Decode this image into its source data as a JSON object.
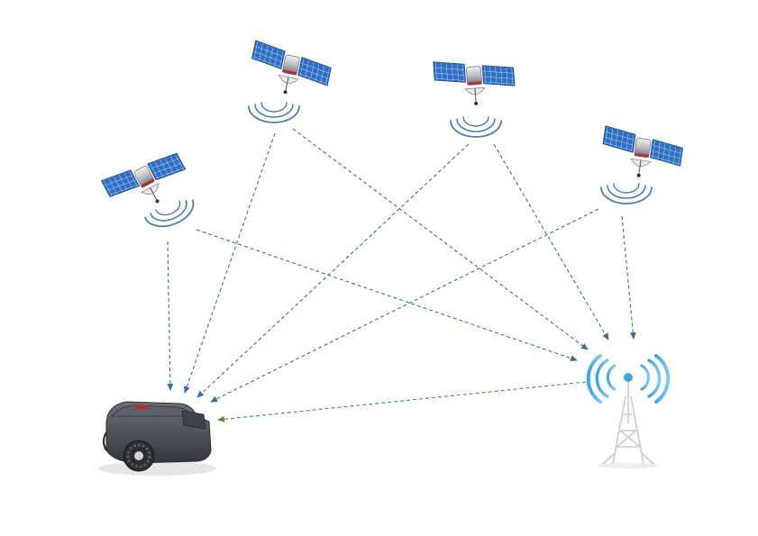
{
  "diagram": {
    "satellites": [
      {
        "id": "sat-1",
        "icon": "satellite-icon"
      },
      {
        "id": "sat-2",
        "icon": "satellite-icon"
      },
      {
        "id": "sat-3",
        "icon": "satellite-icon"
      },
      {
        "id": "sat-4",
        "icon": "satellite-icon"
      }
    ],
    "rover": {
      "icon": "robotic-lawn-mower-icon"
    },
    "base_station": {
      "icon": "rtk-base-station-tower-icon"
    },
    "links": [
      {
        "from": "sat-1",
        "to": "rover",
        "style": "dashed",
        "color": "#3f6f9f"
      },
      {
        "from": "sat-1",
        "to": "base_station",
        "style": "dashed",
        "color": "#3f6f9f"
      },
      {
        "from": "sat-2",
        "to": "rover",
        "style": "dashed",
        "color": "#3f6f9f"
      },
      {
        "from": "sat-2",
        "to": "base_station",
        "style": "dashed",
        "color": "#3f6f9f"
      },
      {
        "from": "sat-3",
        "to": "rover",
        "style": "dashed",
        "color": "#3f6f9f"
      },
      {
        "from": "sat-3",
        "to": "base_station",
        "style": "dashed",
        "color": "#3f6f9f"
      },
      {
        "from": "sat-4",
        "to": "rover",
        "style": "dashed",
        "color": "#3f6f9f"
      },
      {
        "from": "sat-4",
        "to": "base_station",
        "style": "dashed",
        "color": "#3f6f9f"
      },
      {
        "from": "base_station",
        "to": "rover",
        "style": "dashed",
        "color": "#3a9a3a"
      }
    ]
  },
  "colors": {
    "satellite_link": "#3f6f9f",
    "correction_link": "#3a9a3a",
    "signal_wave": "#4a7fb5",
    "solar_panel": "#2f6fc4",
    "tower_signal": "#3fa7e0",
    "mower_body": "#4b4f57"
  }
}
